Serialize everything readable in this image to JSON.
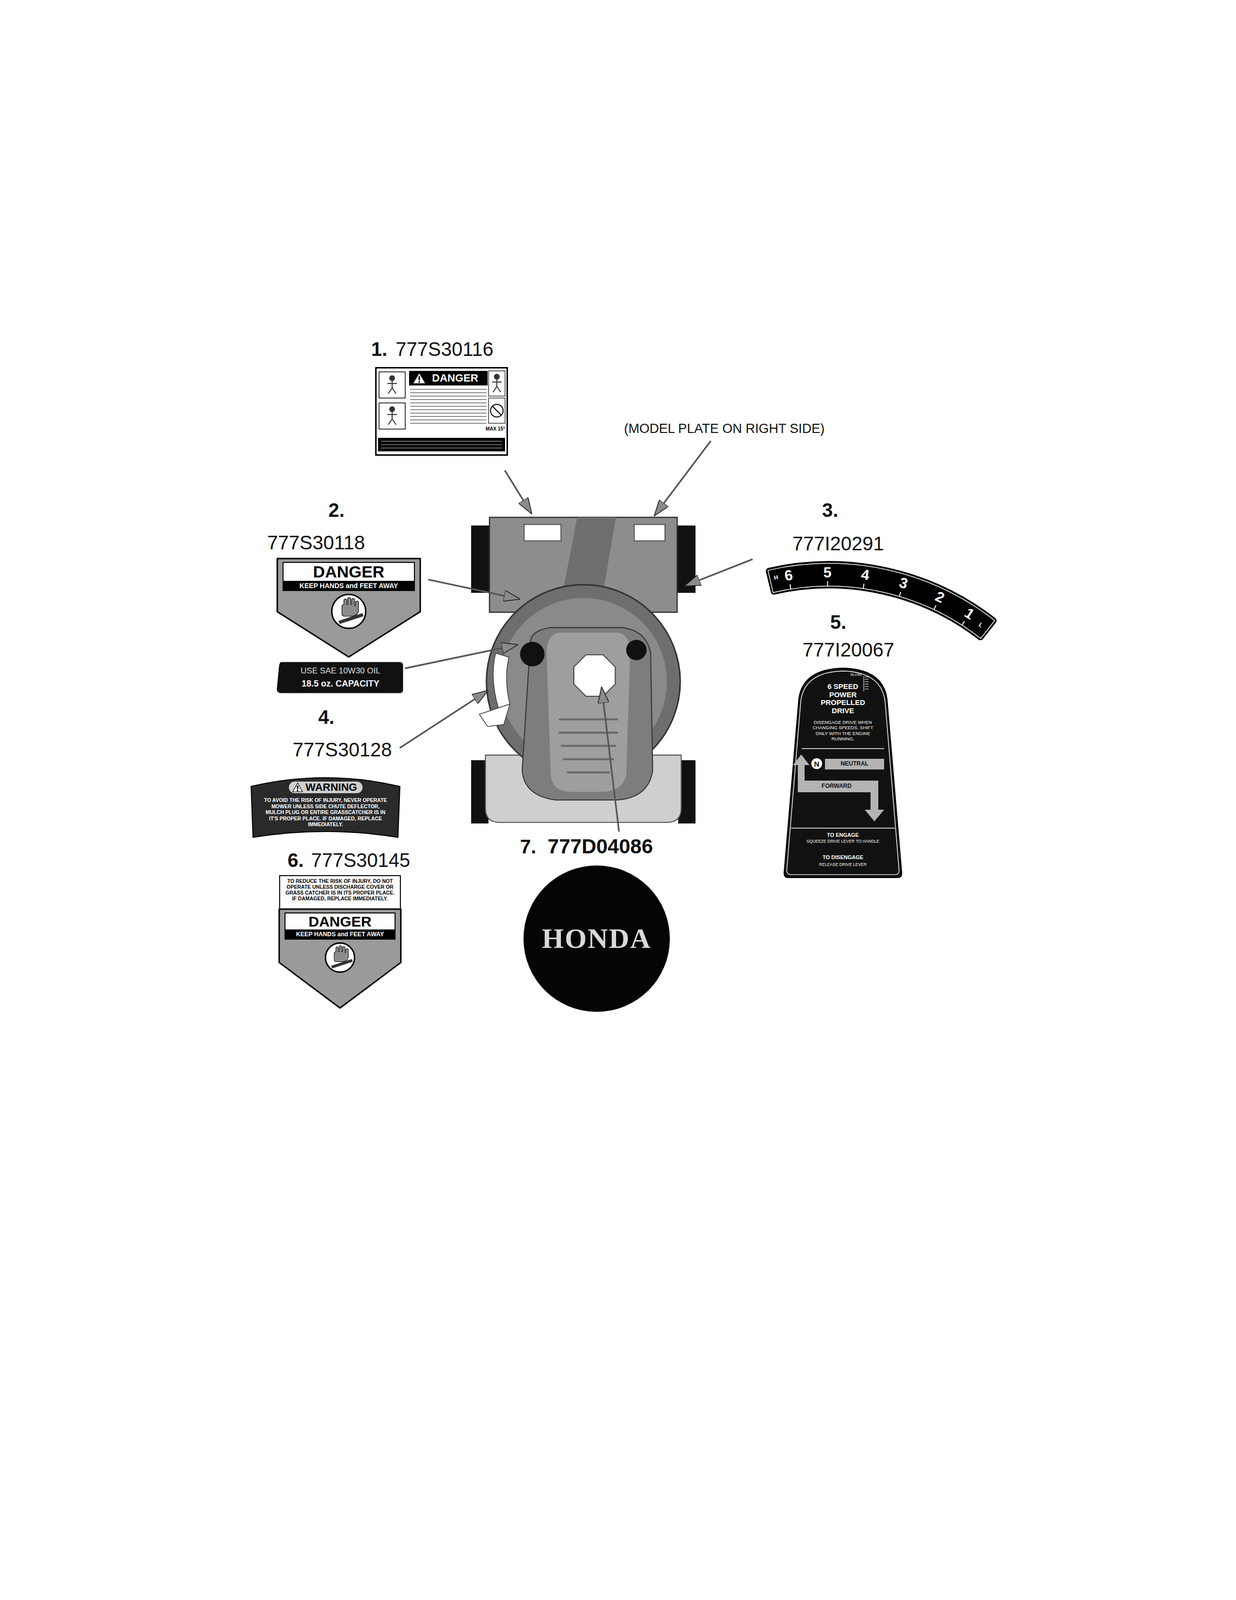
{
  "diagram": {
    "nodes": [
      {
        "text": [
          "DANGER",
          "MAX 15°"
        ]
      },
      {
        "text": [
          "DANGER",
          "KEEP HANDS and FEET AWAY"
        ]
      },
      {
        "text": [
          "USE SAE 10W30 OIL",
          "18.5 oz. CAPACITY"
        ]
      },
      {
        "text": [
          "H",
          "6",
          "5",
          "4",
          "3",
          "2",
          "1",
          "L"
        ]
      },
      {
        "text": [
          "SLOW",
          "6 SPEED POWER PROPELLED DRIVE",
          "DISENGAGE DRIVE WHEN CHANGING SPEEDS. SHIFT ONLY WITH THE ENGINE RUNNING.",
          "NEUTRAL",
          "FORWARD",
          "TO ENGAGE",
          "SQUEEZE DRIVE LEVER TO HANDLE",
          "TO DISENGAGE",
          "RELEASE DRIVE LEVER"
        ]
      },
      {
        "text": [
          "N"
        ],
        "in": 4
      },
      {
        "text": [
          "WARNING",
          "TO AVOID THE RISK OF INJURY, NEVER OPERATE MOWER UNLESS SIDE CHUTE DEFLECTOR, MULCH PLUG OR ENTIRE GRASSCATCHER IS IN IT'S PROPER PLACE. IF DAMAGED, REPLACE IMMEDIATELY."
        ]
      },
      {
        "text": [
          "TO REDUCE THE RISK OF INJURY, DO NOT OPERATE UNLESS DISCHARGE COVER OR GRASS CATCHER IS IN ITS PROPER PLACE. IF DAMAGED, REPLACE IMMEDIATELY.",
          "DANGER",
          "KEEP HANDS and FEET AWAY"
        ]
      },
      {
        "text": [
          "HONDA"
        ]
      }
    ],
    "labels": [
      "1.",
      "777S30116",
      "(MODEL PLATE ON RIGHT SIDE)",
      "2.",
      "777S30118",
      "3.",
      "777I20291",
      "5.",
      "777I20067",
      "4.",
      "777S30128",
      "6.",
      "777S30145",
      "7.",
      "777D04086"
    ]
  }
}
